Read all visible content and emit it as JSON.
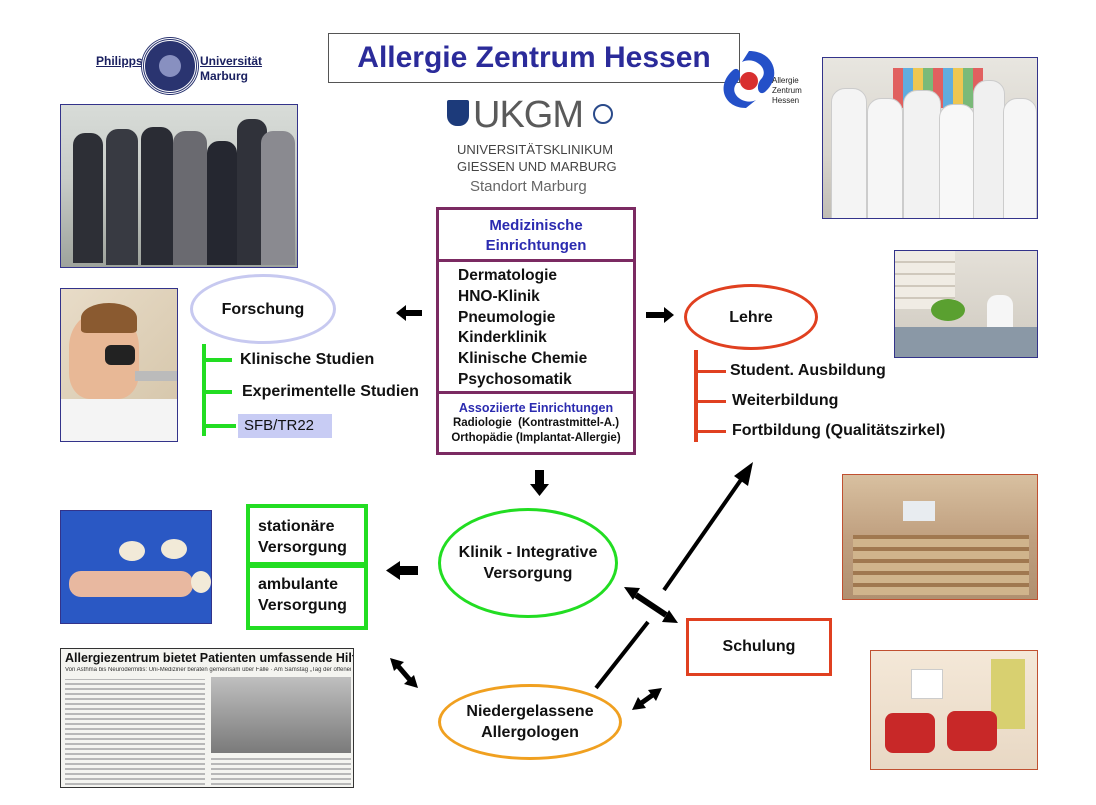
{
  "title": "Allergie Zentrum Hessen",
  "logos": {
    "philipps": [
      "Philipps",
      "Universität",
      "Marburg"
    ],
    "ukgm": {
      "name": "UKGM",
      "line1": "UNIVERSITÄTSKLINIKUM",
      "line2": "GIESSEN UND MARBURG",
      "line3": "Standort Marburg"
    },
    "azh": [
      "Allergie",
      "Zentrum",
      "Hessen"
    ]
  },
  "center": {
    "header": [
      "Medizinische",
      "Einrichtungen"
    ],
    "items": [
      "Dermatologie",
      "HNO-Klinik",
      "Pneumologie",
      "Kinderklinik",
      "Klinische Chemie",
      "Psychosomatik"
    ],
    "assoc_title": "Assoziierte Einrichtungen",
    "assoc_items": [
      "Radiologie  (Kontrastmittel-A.)",
      "Orthopädie (Implantat-Allergie)"
    ]
  },
  "forschung": {
    "label": "Forschung",
    "items": [
      "Klinische Studien",
      "Experimentelle Studien"
    ],
    "highlight": "SFB/TR22"
  },
  "lehre": {
    "label": "Lehre",
    "items": [
      "Student. Ausbildung",
      "Weiterbildung",
      "Fortbildung (Qualitätszirkel)"
    ]
  },
  "klinik": {
    "lines": [
      "Klinik - Integrative",
      "Versorgung"
    ]
  },
  "versorgung": {
    "stationaer": [
      "stationäre",
      "Versorgung"
    ],
    "ambulant": [
      "ambulante",
      "Versorgung"
    ]
  },
  "schulung": "Schulung",
  "niedergelassene": [
    "Niedergelassene",
    "Allergologen"
  ],
  "newspaper": {
    "headline": "Allergiezentrum bietet Patienten umfassende Hilfe",
    "subline": "Von Asthma bis Neurodermitis: Uni-Mediziner beraten gemeinsam über Fälle · Am Samstag „Tag der offenen Tür“"
  },
  "colors": {
    "title_blue": "#2b2b9a",
    "center_border": "#7b2a62",
    "center_blue": "#2b2bb0",
    "forschung_ellipse": "#c7c9f0",
    "green": "#22dd22",
    "red": "#e04020",
    "orange": "#f0a020",
    "sfb_bg": "#c8ccf4"
  }
}
